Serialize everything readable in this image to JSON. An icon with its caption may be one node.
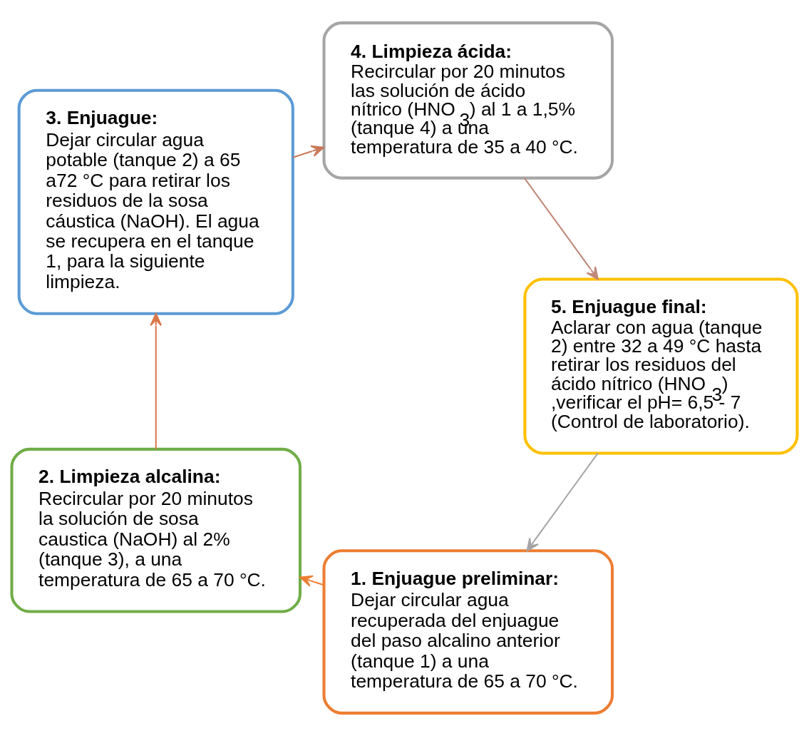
{
  "diagram": {
    "nodes": [
      {
        "text": [
          "1. Enjuague preliminar:",
          "Dejar circular agua recuperada del enjuague del paso alcalino anterior (tanque 1) a una temperatura de 65 a 70 °C."
        ]
      },
      {
        "text": [
          "2. Limpieza alcalina:",
          "Recircular por 20 minutos la solución de sosa caustica (NaOH) al 2% (tanque 3), a una temperatura de 65 a 70 °C."
        ]
      },
      {
        "text": [
          "3. Enjuague:",
          "Dejar circular agua potable (tanque 2) a 65 a72 °C para retirar los residuos de la sosa cáustica (NaOH). El agua se recupera en el tanque 1, para la siguiente limpieza."
        ]
      },
      {
        "text": [
          "4. Limpieza ácida:",
          "Recircular por 20 minutos las solución de ácido nítrico (HNO$_{3}$) al 1 a 1,5% (tanque 4) a una temperatura de 35 a 40 °C."
        ]
      },
      {
        "text": [
          "5. Enjuague final:",
          "Aclarar con agua (tanque 2) entre 32 a 49 °C hasta retirar los residuos del ácido nítrico (HNO$_{3}$) ,verificar el pH= 6,5 - 7 (Control de laboratorio)."
        ]
      }
    ],
    "edges": [
      {
        "from": 0,
        "to": 1,
        "arrow": "to",
        "color": "#ed7d31"
      },
      {
        "from": 1,
        "to": 2,
        "arrow": "to",
        "color": "#d9774a"
      },
      {
        "from": 2,
        "to": 3,
        "arrow": "to",
        "color": "#c9785a"
      },
      {
        "from": 3,
        "to": 4,
        "arrow": "to",
        "color": "#c08878"
      },
      {
        "from": 4,
        "to": 0,
        "arrow": "to",
        "color": "#a5a5a5"
      }
    ]
  }
}
